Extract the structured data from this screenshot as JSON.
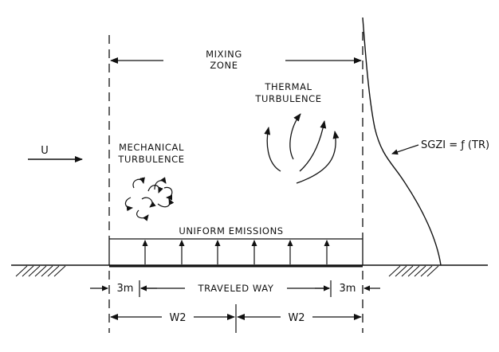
{
  "labels": {
    "mixing_zone_line1": "MIXING",
    "mixing_zone_line2": "ZONE",
    "thermal_line1": "THERMAL",
    "thermal_line2": "TURBULENCE",
    "mechanical_line1": "MECHANICAL",
    "mechanical_line2": "TURBULENCE",
    "wind": "U",
    "sgzi_formula": "SGZI = ƒ (TR)",
    "uniform_emissions": "UNIFORM  EMISSIONS",
    "shoulder_left": "3m",
    "shoulder_right": "3m",
    "traveled_way": "TRAVELED  WAY",
    "w2_left": "W2",
    "w2_right": "W2"
  }
}
